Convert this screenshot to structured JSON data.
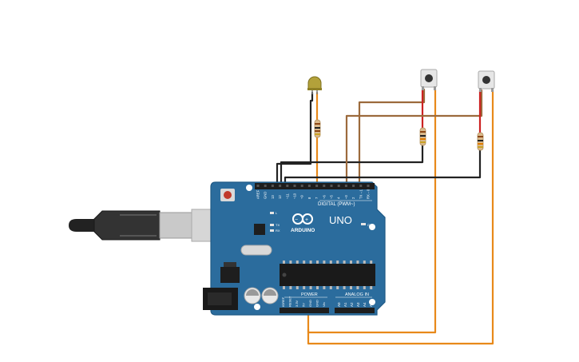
{
  "board": {
    "header_top": [
      "AREF",
      "GND",
      "13",
      "12",
      "~11",
      "~10",
      "~9",
      "8",
      "7",
      "~6",
      "~5",
      "4",
      "~3",
      "2",
      "TX→1",
      "RX←0"
    ],
    "digital_label": "DIGITAL (PWM~)",
    "logo_text": "ARDUINO",
    "model": "UNO",
    "on_label": "ON",
    "l_label": "L",
    "tx_label": "TX",
    "rx_label": "RX",
    "power_label": "POWER",
    "analog_label": "ANALOG IN",
    "power_pins": [
      "IOREF",
      "RESET",
      "3.3V",
      "5V",
      "GND",
      "GND",
      "Vin"
    ],
    "analog_pins": [
      "A0",
      "A1",
      "A2",
      "A3",
      "A4",
      "A5"
    ]
  },
  "colors": {
    "board": "#2b6c9d",
    "board_edge": "#1f5a86",
    "wire_black": "#222222",
    "wire_brown": "#9c6a3c",
    "wire_orange": "#e8891a",
    "wire_red": "#cc2222",
    "led": "#b3a13a"
  },
  "components": {
    "usb_cable": "usb-cable",
    "led": "led",
    "buttons": [
      "pushbutton-1",
      "pushbutton-2"
    ],
    "resistors": [
      "resistor-led",
      "resistor-button-1",
      "resistor-button-2"
    ]
  }
}
